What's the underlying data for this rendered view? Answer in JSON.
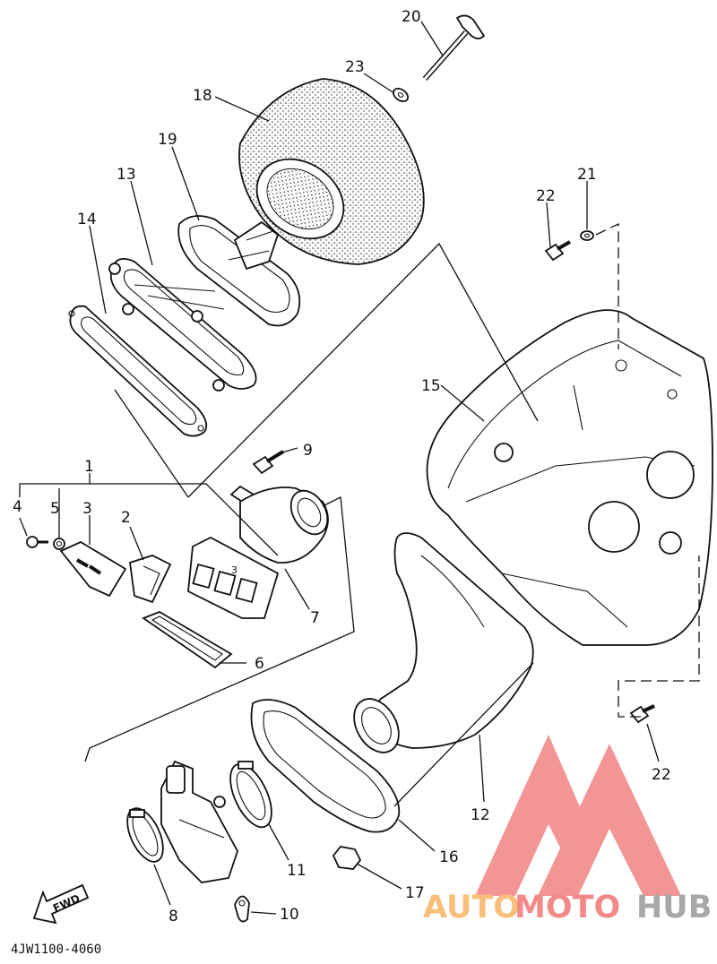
{
  "diagram": {
    "parts": [
      {
        "key": "p1",
        "label": "1"
      },
      {
        "key": "p2",
        "label": "2"
      },
      {
        "key": "p3",
        "label": "3"
      },
      {
        "key": "p4",
        "label": "4"
      },
      {
        "key": "p5",
        "label": "5"
      },
      {
        "key": "p6",
        "label": "6"
      },
      {
        "key": "p7",
        "label": "7"
      },
      {
        "key": "p8",
        "label": "8"
      },
      {
        "key": "p9",
        "label": "9"
      },
      {
        "key": "p10",
        "label": "10"
      },
      {
        "key": "p11",
        "label": "11"
      },
      {
        "key": "p12",
        "label": "12"
      },
      {
        "key": "p13",
        "label": "13"
      },
      {
        "key": "p14",
        "label": "14"
      },
      {
        "key": "p15",
        "label": "15"
      },
      {
        "key": "p16",
        "label": "16"
      },
      {
        "key": "p17",
        "label": "17"
      },
      {
        "key": "p18",
        "label": "18"
      },
      {
        "key": "p19",
        "label": "19"
      },
      {
        "key": "p20",
        "label": "20"
      },
      {
        "key": "p21",
        "label": "21"
      },
      {
        "key": "p22a",
        "label": "22"
      },
      {
        "key": "p22b",
        "label": "22"
      },
      {
        "key": "p23",
        "label": "23"
      }
    ],
    "fwd_label": "FWD",
    "reed_mark": "3",
    "code": "4JW1100-4060"
  },
  "watermark": {
    "text_auto": "AUTO",
    "text_moto": "MOTO",
    "text_hub": "HUB",
    "color_red": "#f28a8a",
    "color_orange": "#f7bf7a",
    "color_gray": "#a8a8a8"
  }
}
